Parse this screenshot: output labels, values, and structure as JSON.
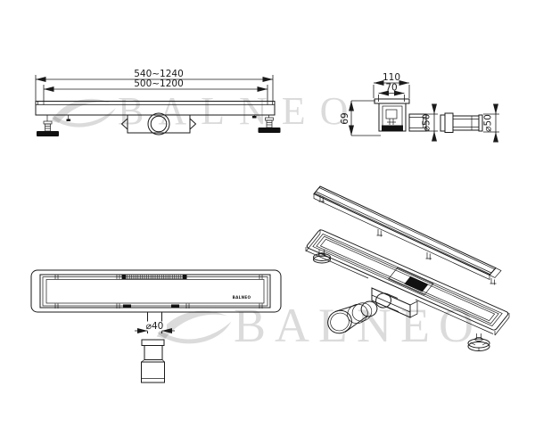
{
  "watermark": {
    "text": "BALNEO"
  },
  "views": {
    "side": {
      "dim_outer": "540~1240",
      "dim_inner": "500~1200"
    },
    "end": {
      "dim_width_outer": "110",
      "dim_width_inner": "70",
      "dim_height": "69",
      "dim_outlet_d": "⌀50",
      "dim_connector_d": "⌀50"
    },
    "plan": {
      "dim_pipe_d": "⌀40",
      "brand_label": "BALNEO"
    }
  },
  "colors": {
    "line": "#1a1a1a",
    "watermark": "rgba(30,30,30,0.16)",
    "background": "#ffffff"
  }
}
